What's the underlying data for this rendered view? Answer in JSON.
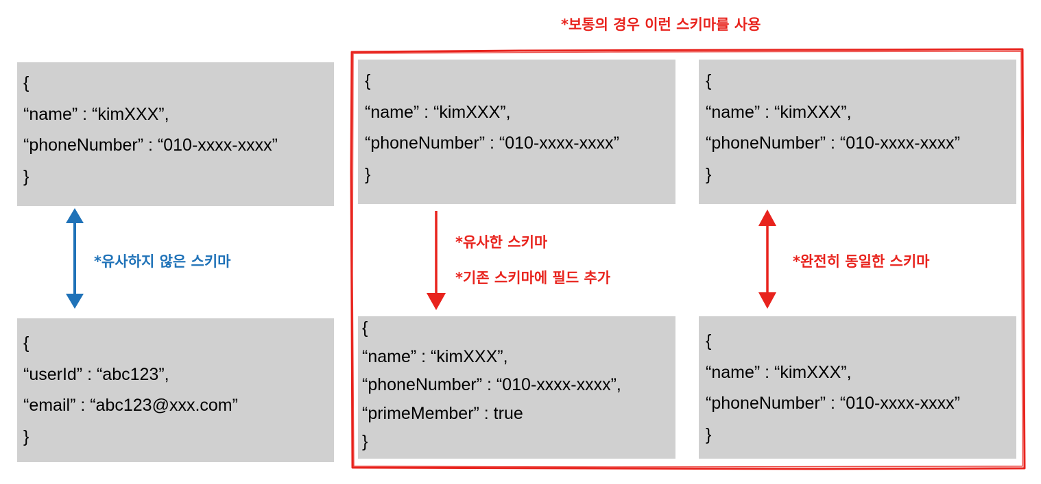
{
  "colors": {
    "box_fill": "#d0d0d0",
    "red": "#e8231d",
    "blue": "#1f72b8"
  },
  "top_note": "*보통의 경우 이런 스키마를 사용",
  "left_group": {
    "top_box": [
      "{",
      "“name” : “kimXXX”,",
      "“phoneNumber” : “010-xxxx-xxxx”",
      "}"
    ],
    "bottom_box": [
      "{",
      "“userId” : “abc123”,",
      "“email” : “abc123@xxx.com”",
      "}"
    ],
    "arrow_label": "*유사하지 않은 스키마",
    "arrow_icon": "double-headed-arrow"
  },
  "middle_group": {
    "top_box": [
      "{",
      "“name” : “kimXXX”,",
      "“phoneNumber” : “010-xxxx-xxxx”",
      "}"
    ],
    "bottom_box": [
      "{",
      "“name” : “kimXXX”,",
      "“phoneNumber” : “010-xxxx-xxxx”,",
      "“primeMember” : true",
      "}"
    ],
    "arrow_label_1": "*유사한 스키마",
    "arrow_label_2": "*기존 스키마에 필드 추가",
    "arrow_icon": "down-arrow"
  },
  "right_group": {
    "top_box": [
      "{",
      "“name” : “kimXXX”,",
      "“phoneNumber” : “010-xxxx-xxxx”",
      "}"
    ],
    "bottom_box": [
      "{",
      "“name” : “kimXXX”,",
      "“phoneNumber” : “010-xxxx-xxxx”",
      "}"
    ],
    "arrow_label": "*완전히 동일한 스키마",
    "arrow_icon": "double-headed-arrow"
  }
}
